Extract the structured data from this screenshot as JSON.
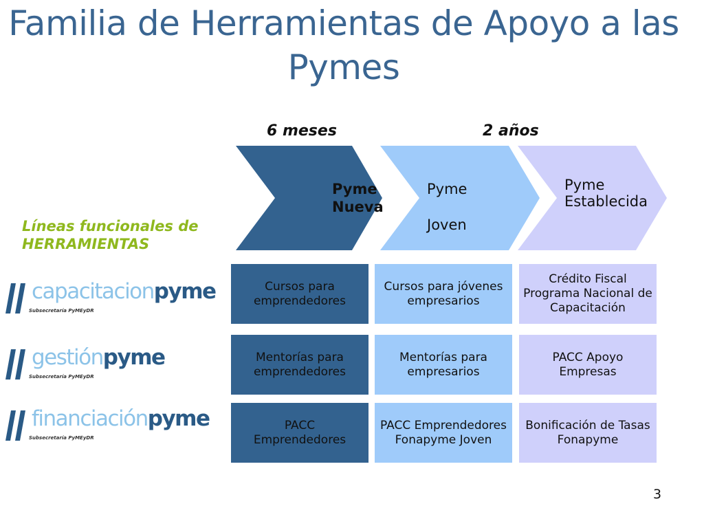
{
  "title": "Familia de Herramientas de Apoyo a las Pymes",
  "periods": {
    "first": "6 meses",
    "second": "2 años"
  },
  "lineas_label": "Líneas funcionales de\nHERRAMIENTAS",
  "stages": [
    {
      "label": "Pyme\nNueva",
      "color": "#33628f"
    },
    {
      "label": "Pyme\n\nJoven",
      "color": "#9fcbfa"
    },
    {
      "label": "Pyme\nEstablecida",
      "color": "#cfd0fb"
    }
  ],
  "rows": [
    {
      "brand_light": "capacitacion",
      "brand_dark": "pyme",
      "subtitle": "Subsecretaría PyMEyDR",
      "cells": [
        "Cursos para\nemprendedores",
        "Cursos para jóvenes\nempresarios",
        "Crédito Fiscal\nPrograma Nacional de\nCapacitación"
      ]
    },
    {
      "brand_light": "gestión",
      "brand_dark": "pyme",
      "subtitle": "Subsecretaría PyMEyDR",
      "cells": [
        "Mentorías para\nemprendedores",
        "Mentorías para\nempresarios",
        "PACC Apoyo\nEmpresas"
      ]
    },
    {
      "brand_light": "financiación",
      "brand_dark": "pyme",
      "subtitle": "Subsecretaría PyMEyDR",
      "cells": [
        "PACC\nEmprendedores",
        "PACC Emprendedores\nFonapyme Joven",
        "Bonificación de Tasas\nFonapyme"
      ]
    }
  ],
  "page_number": "3",
  "colors": {
    "title": "#3a6591",
    "accent_green": "#8fb81e",
    "brand_light": "#8cc3e8",
    "brand_dark": "#2a5a86"
  }
}
